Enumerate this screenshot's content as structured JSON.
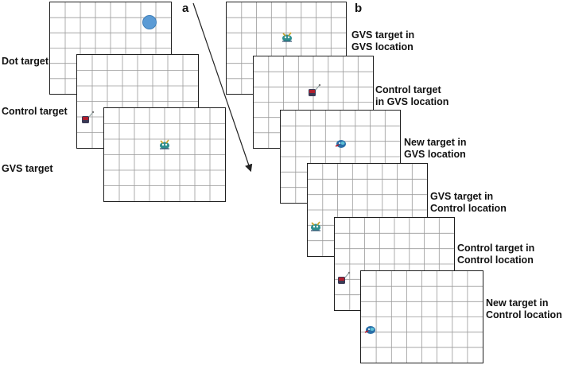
{
  "panels": {
    "a": {
      "letter": "a",
      "labels": [
        "Dot target",
        "Control target",
        "GVS target"
      ],
      "grid_targets": [
        "dot-target",
        "control-target-icon",
        "gvs-target-icon"
      ]
    },
    "b": {
      "letter": "b",
      "items": [
        {
          "line1": "GVS target in",
          "line2": "GVS location",
          "target": "gvs-target-icon"
        },
        {
          "line1": "Control target",
          "line2": "in GVS location",
          "target": "control-target-icon"
        },
        {
          "line1": "New target in",
          "line2": "GVS location",
          "target": "new-target-icon"
        },
        {
          "line1": "GVS target in",
          "line2": "Control location",
          "target": "gvs-target-icon"
        },
        {
          "line1": "Control target in",
          "line2": "Control location",
          "target": "control-target-icon"
        },
        {
          "line1": "New target in",
          "line2": "Control location",
          "target": "new-target-icon"
        }
      ]
    }
  },
  "colors": {
    "grid_line": "#9a9a9a",
    "grid_border": "#1f1f1f",
    "dot_target": "#5b9bd5",
    "gvs_target": "#2f8f8f",
    "control_target": "#b01f2e",
    "new_target": "#2a6fa8"
  }
}
